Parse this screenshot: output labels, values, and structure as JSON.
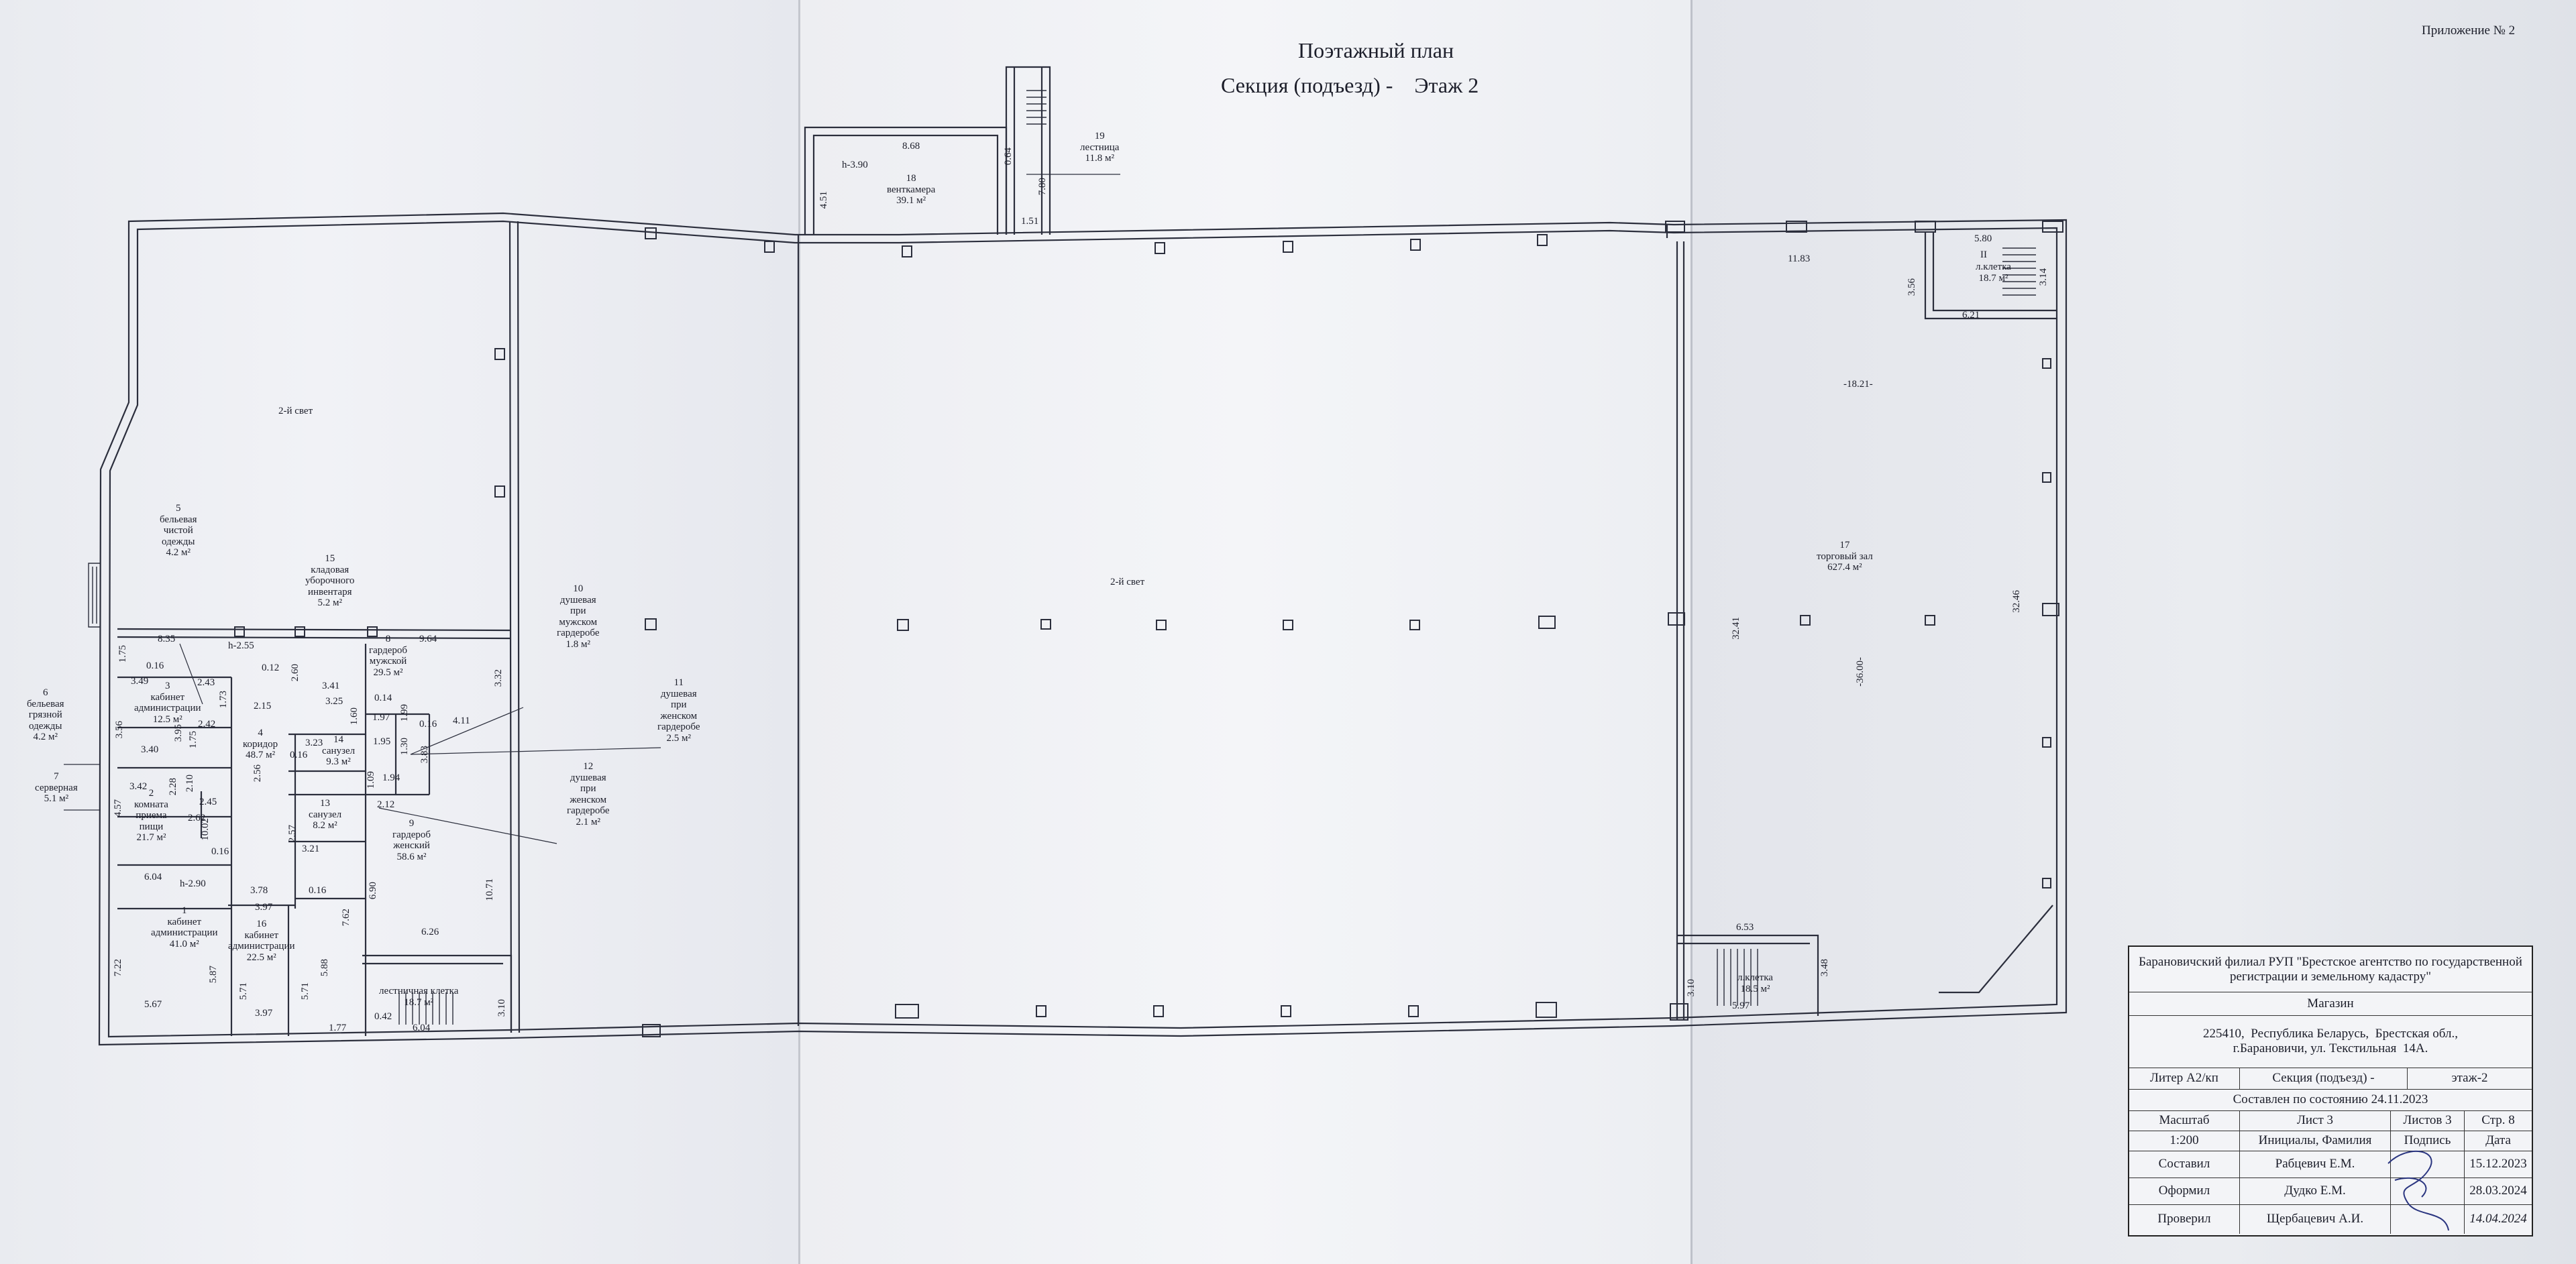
{
  "header": {
    "appendix": "Приложение № 2",
    "title_line1": "Поэтажный план",
    "title_line2": "Секция (подъезд) -    Этаж 2"
  },
  "rooms": {
    "r1": "1\nкабинет\nадминистрации\n41.0 м²",
    "r2": "2\nкомната\nприема\nпищи\n21.7 м²",
    "r3": "3\nкабинет\nадминистрации\n12.5 м²",
    "r4": "4\nкоридор\n48.7 м²",
    "r5": "5\nбельевая\nчистой\nодежды\n4.2 м²",
    "r6": "6\nбельевая\nгрязной\nодежды\n4.2 м²",
    "r7": "7\nсерверная\n5.1 м²",
    "r8": "8\nгардероб\nмужской\n29.5 м²",
    "r9": "9\nгардероб\nженский\n58.6 м²",
    "r10": "10\nдушевая\nпри\nмужском\nгардеробе\n1.8 м²",
    "r11": "11\nдушевая\nпри\nженском\nгардеробе\n2.5 м²",
    "r12": "12\nдушевая\nпри\nженском\nгардеробе\n2.1 м²",
    "r13": "13\nсанузел\n8.2 м²",
    "r14": "14\nсанузел\n9.3 м²",
    "r15": "15\nкладовая\nуборочного\nинвентаря\n5.2 м²",
    "r16": "16\nкабинет\nадминистрации\n22.5 м²",
    "r17": "17\nторговый зал\n627.4 м²",
    "r18": "18\nвенткамера\n39.1 м²",
    "r19": "19\nлестница\n11.8 м²",
    "stair_left": "лестничная клетка\n18.7 м²",
    "stair_right_top": "л.клетка\n18.7 м²",
    "stair_right_top_num": "II",
    "stair_right_bottom": "л.клетка\n18.5 м²",
    "light_left": "2-й свет",
    "light_mid": "2-й свет"
  },
  "dims": {
    "d868": "8.68",
    "h390": "h-3.90",
    "d451": "4.51",
    "d064": "0.64",
    "d780": "7.80",
    "d151": "1.51",
    "d1183": "11.83",
    "d580": "5.80",
    "d356": "3.56",
    "d314": "3.14",
    "d621": "6.21",
    "d1821": "-18.21-",
    "d3241": "32.41",
    "d3600": "-36.00-",
    "d3246": "32.46",
    "d653": "6.53",
    "d310b": "3.10",
    "d348": "3.48",
    "d597": "5.97",
    "d835": "8.35",
    "h255": "h-2.55",
    "d964": "9.64",
    "d332": "3.32",
    "d175": "1.75",
    "d016a": "0.16",
    "d349": "3.49",
    "d243": "2.43",
    "d173": "1.73",
    "d012": "0.12",
    "d260": "2.60",
    "d341": "3.41",
    "d325": "3.25",
    "d014": "0.14",
    "d197": "1.97",
    "d016b": "0.16",
    "d411": "4.11",
    "d215": "2.15",
    "d160": "1.60",
    "d199": "1.99",
    "d356b": "3.56",
    "d340": "3.40",
    "d242": "2.42",
    "d175b": "1.75",
    "d395": "3.95",
    "d256": "2.56",
    "d016c": "0.16",
    "d323": "3.23",
    "d195": "1.95",
    "d130": "1.30",
    "d383": "3.83",
    "d342": "3.42",
    "d228": "2.28",
    "d210": "2.10",
    "d245": "2.45",
    "d262": "2.62",
    "d109": "1.09",
    "d194": "1.94",
    "d212": "2.12",
    "d457": "4.57",
    "d1002": "10.02",
    "d257": "2.57",
    "d321": "3.21",
    "d016d": "0.16",
    "d604": "6.04",
    "h290": "h-2.90",
    "d378": "3.78",
    "d016e": "0.16",
    "d397": "3.97",
    "d690": "6.90",
    "d762": "7.62",
    "d1071": "10.71",
    "d722": "7.22",
    "d587": "5.87",
    "d571a": "5.71",
    "d571b": "5.71",
    "d588": "5.88",
    "d626": "6.26",
    "d567": "5.67",
    "d397b": "3.97",
    "d177": "1.77",
    "d042": "0.42",
    "d604b": "6.04",
    "d310": "3.10"
  },
  "stamp": {
    "org": "Барановичский филиал РУП \"Брестское агентство по государственной регистрации и земельному кадастру\"",
    "object": "Магазин",
    "address": "225410,  Республика Беларусь,  Брестская обл.,\nг.Барановичи, ул. Текстильная  14А.",
    "liter": "Литер А2/кп",
    "section": "Секция (подъезд) -",
    "floor": "этаж-2",
    "status": "Составлен по состоянию 24.11.2023",
    "h_scale": "Масштаб",
    "h_sheet": "Лист 3",
    "h_sheets": "Листов 3",
    "h_page": "Стр. 8",
    "scale": "1:200",
    "h_names": "Инициалы, Фамилия",
    "h_sign": "Подпись",
    "h_date": "Дата",
    "role1": "Составил",
    "name1": "Рабцевич Е.М.",
    "date1": "15.12.2023",
    "role2": "Оформил",
    "name2": "Дудко Е.М.",
    "date2": "28.03.2024",
    "role3": "Проверил",
    "name3": "Щербацевич А.И.",
    "date3": "14.04.2024"
  }
}
